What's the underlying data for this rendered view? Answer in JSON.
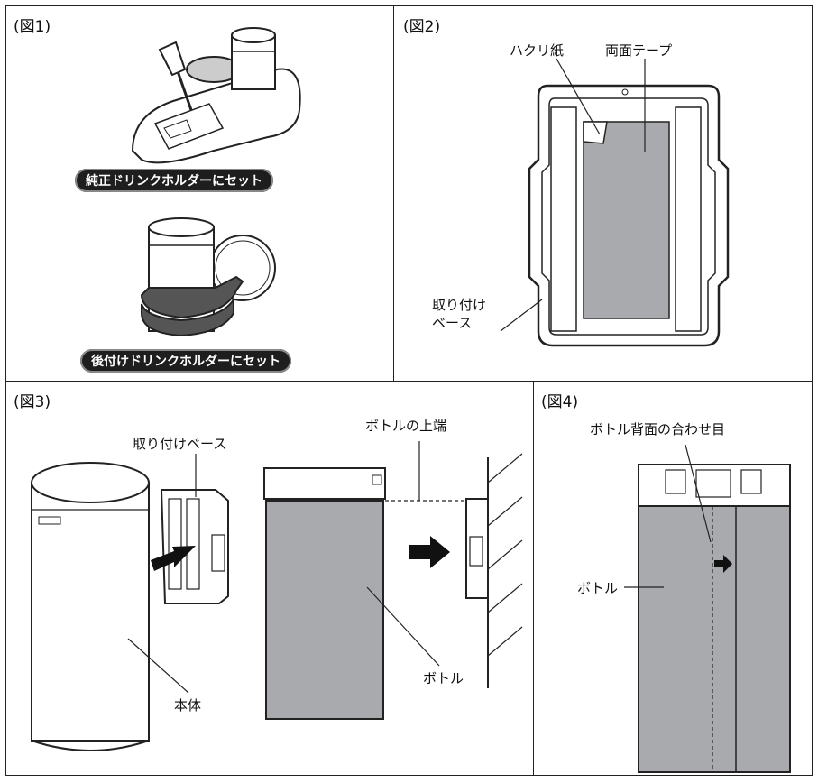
{
  "fig1": {
    "title": "(図1)",
    "badge_top": "純正ドリンクホルダーにセット",
    "badge_bottom": "後付けドリンクホルダーにセット"
  },
  "fig2": {
    "title": "(図2)",
    "label_release_paper": "ハクリ紙",
    "label_tape": "両面テープ",
    "label_base_line1": "取り付け",
    "label_base_line2": "ベース"
  },
  "fig3": {
    "title": "(図3)",
    "label_base": "取り付けベース",
    "label_top": "ボトルの上端",
    "label_body": "本体",
    "label_bottle": "ボトル"
  },
  "fig4": {
    "title": "(図4)",
    "label_seam": "ボトル背面の合わせ目",
    "label_bottle": "ボトル"
  },
  "colors": {
    "gray": "#a9aaad",
    "dark": "#1e1e1e",
    "line": "#222222"
  }
}
